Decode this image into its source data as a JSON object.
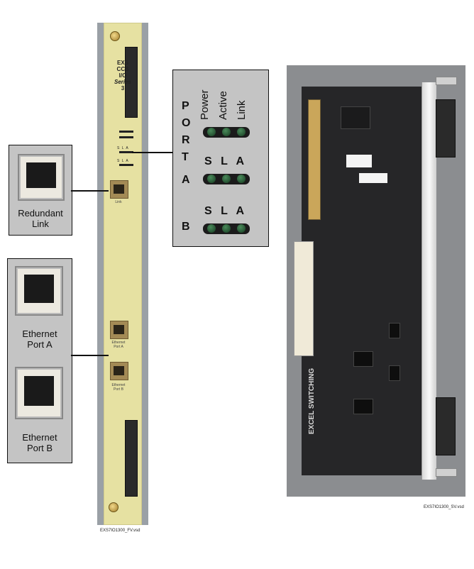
{
  "faceplate": {
    "label": {
      "line1": "EXS",
      "line2": "CCS",
      "line3": "I/O",
      "line4": "Series",
      "line5": "3"
    },
    "link_label": "Link",
    "eth_a_label_line1": "Ethernet",
    "eth_a_label_line2": "Port A",
    "eth_b_label_line1": "Ethernet",
    "eth_b_label_line2": "Port B",
    "led_mini_a": "S L A",
    "led_mini_b": "S L A"
  },
  "callouts": {
    "redundant": {
      "line1": "Redundant",
      "line2": "Link"
    },
    "eth_a": {
      "line1": "Ethernet",
      "line2": "Port A"
    },
    "eth_b": {
      "line1": "Ethernet",
      "line2": "Port B"
    }
  },
  "led_panel": {
    "port_word": [
      "P",
      "O",
      "R",
      "T"
    ],
    "port_a_letter": "A",
    "port_b_letter": "B",
    "top_labels": [
      "Power",
      "Active",
      "Link"
    ],
    "row_a_labels": "S L A",
    "row_b_labels": "S L A"
  },
  "side_view": {
    "logo": "EXCEL SWITCHING"
  },
  "captions": {
    "front": "EXS7IO1300_FV.vsd",
    "side": "EXS7IO1300_SV.vsd"
  }
}
